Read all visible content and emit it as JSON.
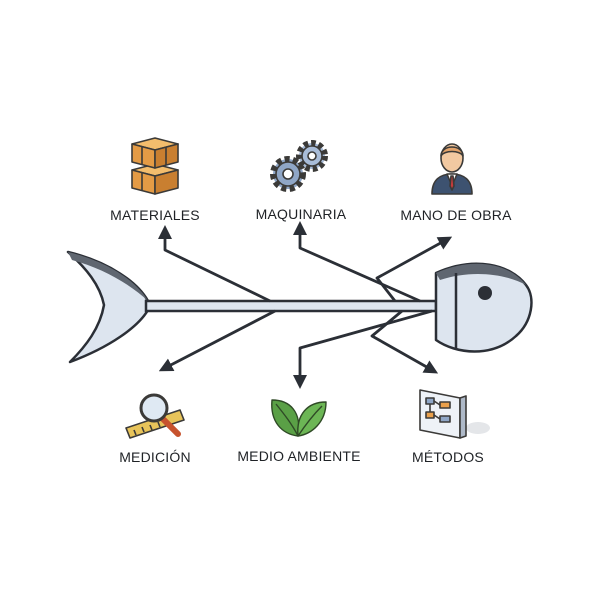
{
  "diagram": {
    "type": "fishbone",
    "categories": {
      "materiales": {
        "label": "MATERIALES",
        "icon": "boxes-icon"
      },
      "maquinaria": {
        "label": "MAQUINARIA",
        "icon": "gears-icon"
      },
      "mano_de_obra": {
        "label": "MANO DE OBRA",
        "icon": "worker-icon"
      },
      "medicion": {
        "label": "MEDICIÓN",
        "icon": "magnifier-ruler-icon"
      },
      "medio_ambiente": {
        "label": "MEDIO AMBIENTE",
        "icon": "leaves-icon"
      },
      "metodos": {
        "label": "MÉTODOS",
        "icon": "flowchart-icon"
      }
    },
    "colors": {
      "fish_fill": "#dde5ef",
      "outline": "#2b2f36",
      "tail_band": "#5f6670",
      "box_orange": "#e9a04c",
      "gear_blue": "#8fa6c6",
      "leaf_green": "#5aa046"
    }
  }
}
